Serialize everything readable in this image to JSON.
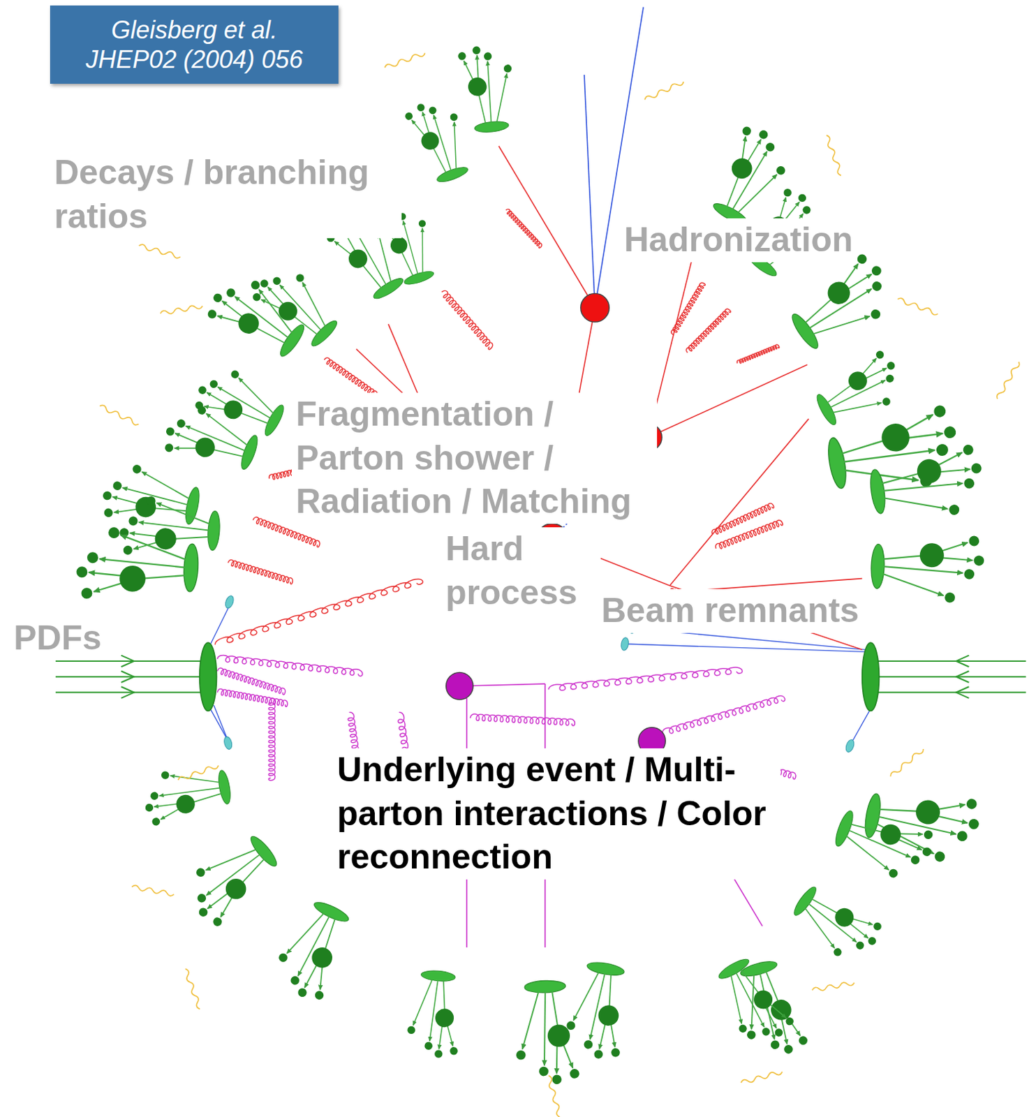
{
  "diagram": {
    "nodes": [
      {
        "text": [
          "Gleisberg et al. JHEP02 (2004) 056"
        ]
      }
    ],
    "labels": [
      "Decays / branching ratios",
      "Hadronization",
      "Fragmentation / Parton shower / Radiation / Matching",
      "Hard process",
      "Beam remnants",
      "PDFs",
      "Underlying event / Multi-parton interactions / Color reconnection"
    ]
  }
}
